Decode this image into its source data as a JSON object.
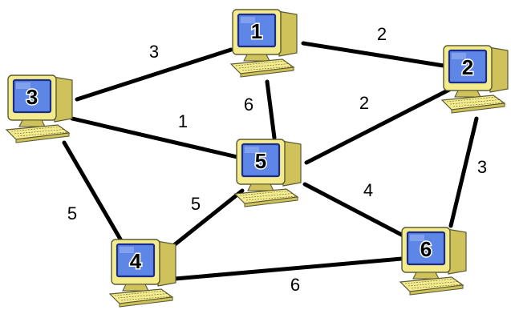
{
  "colors": {
    "link": "#000000",
    "computer_body": "#f4ec8c",
    "computer_shade": "#cfc25a",
    "computer_outline": "#5a5a36",
    "screen": "#5e86e6",
    "screen_dark": "#1a2d8c",
    "label_fill": "#000000",
    "label_stroke": "#ffffff",
    "background": "#ffffff"
  },
  "icons": {
    "computer": "desktop-computer-icon",
    "keyboard": "keyboard-icon"
  },
  "nodes": [
    {
      "id": "1",
      "label": "1"
    },
    {
      "id": "2",
      "label": "2"
    },
    {
      "id": "3",
      "label": "3"
    },
    {
      "id": "4",
      "label": "4"
    },
    {
      "id": "5",
      "label": "5"
    },
    {
      "id": "6",
      "label": "6"
    }
  ],
  "edges": [
    {
      "from": "3",
      "to": "1",
      "weight": "3"
    },
    {
      "from": "1",
      "to": "2",
      "weight": "2"
    },
    {
      "from": "1",
      "to": "5",
      "weight": "6"
    },
    {
      "from": "3",
      "to": "5",
      "weight": "1"
    },
    {
      "from": "5",
      "to": "2",
      "weight": "2"
    },
    {
      "from": "2",
      "to": "6",
      "weight": "3"
    },
    {
      "from": "3",
      "to": "4",
      "weight": "5"
    },
    {
      "from": "4",
      "to": "5",
      "weight": "5"
    },
    {
      "from": "5",
      "to": "6",
      "weight": "4"
    },
    {
      "from": "4",
      "to": "6",
      "weight": "6"
    }
  ]
}
